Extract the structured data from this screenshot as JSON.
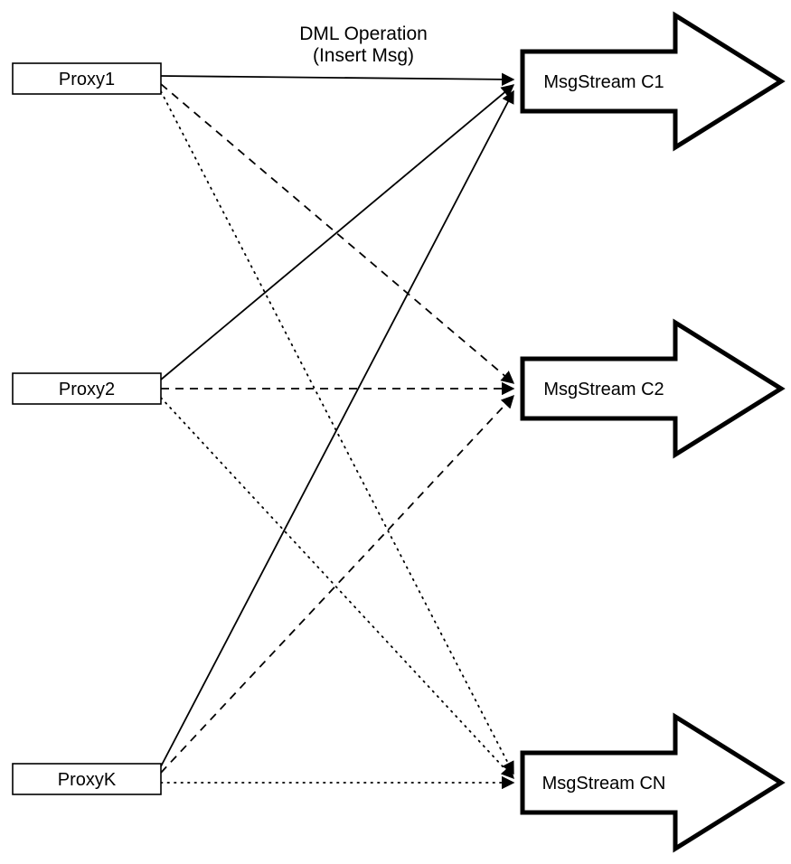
{
  "diagram": {
    "title_annotation": {
      "line1": "DML Operation",
      "line2": "(Insert Msg)"
    },
    "proxies": [
      {
        "id": "proxy1",
        "label": "Proxy1"
      },
      {
        "id": "proxy2",
        "label": "Proxy2"
      },
      {
        "id": "proxyK",
        "label": "ProxyK"
      }
    ],
    "streams": [
      {
        "id": "msgstream-c1",
        "label": "MsgStream C1"
      },
      {
        "id": "msgstream-c2",
        "label": "MsgStream C2"
      },
      {
        "id": "msgstream-cn",
        "label": "MsgStream CN"
      }
    ],
    "edges": [
      {
        "from": "proxy1",
        "to": "msgstream-c1",
        "style": "solid"
      },
      {
        "from": "proxy2",
        "to": "msgstream-c1",
        "style": "solid"
      },
      {
        "from": "proxyK",
        "to": "msgstream-c1",
        "style": "solid"
      },
      {
        "from": "proxy1",
        "to": "msgstream-c2",
        "style": "dashed"
      },
      {
        "from": "proxy2",
        "to": "msgstream-c2",
        "style": "dashed"
      },
      {
        "from": "proxyK",
        "to": "msgstream-c2",
        "style": "dashed"
      },
      {
        "from": "proxy1",
        "to": "msgstream-cn",
        "style": "dotted"
      },
      {
        "from": "proxy2",
        "to": "msgstream-cn",
        "style": "dotted"
      },
      {
        "from": "proxyK",
        "to": "msgstream-cn",
        "style": "dotted"
      }
    ],
    "colors": {
      "stroke": "#000000",
      "fill": "#ffffff",
      "background": "#ffffff"
    }
  }
}
